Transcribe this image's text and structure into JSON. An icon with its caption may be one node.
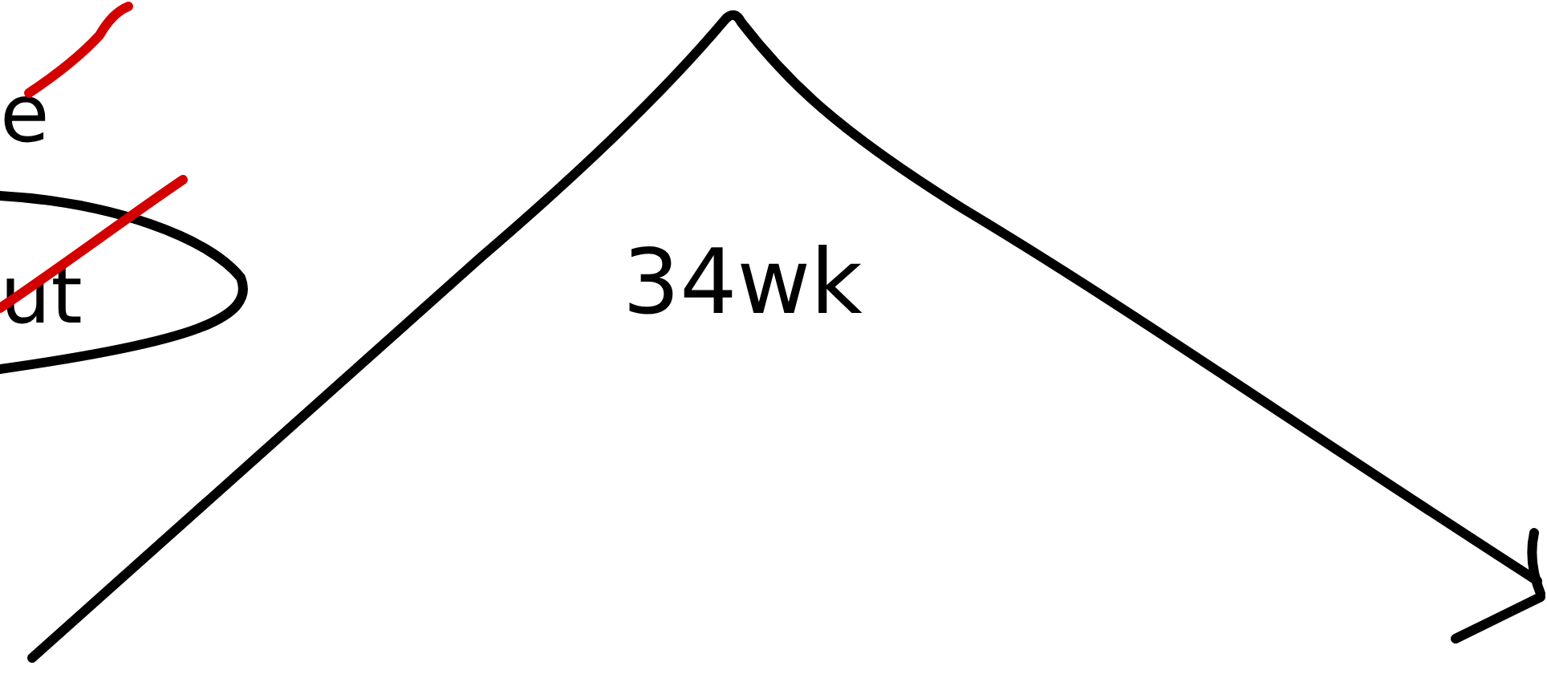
{
  "diagram": {
    "nodes": [
      {
        "text": [
          "ut"
        ]
      }
    ],
    "labels": [
      "e",
      "34wk"
    ]
  }
}
